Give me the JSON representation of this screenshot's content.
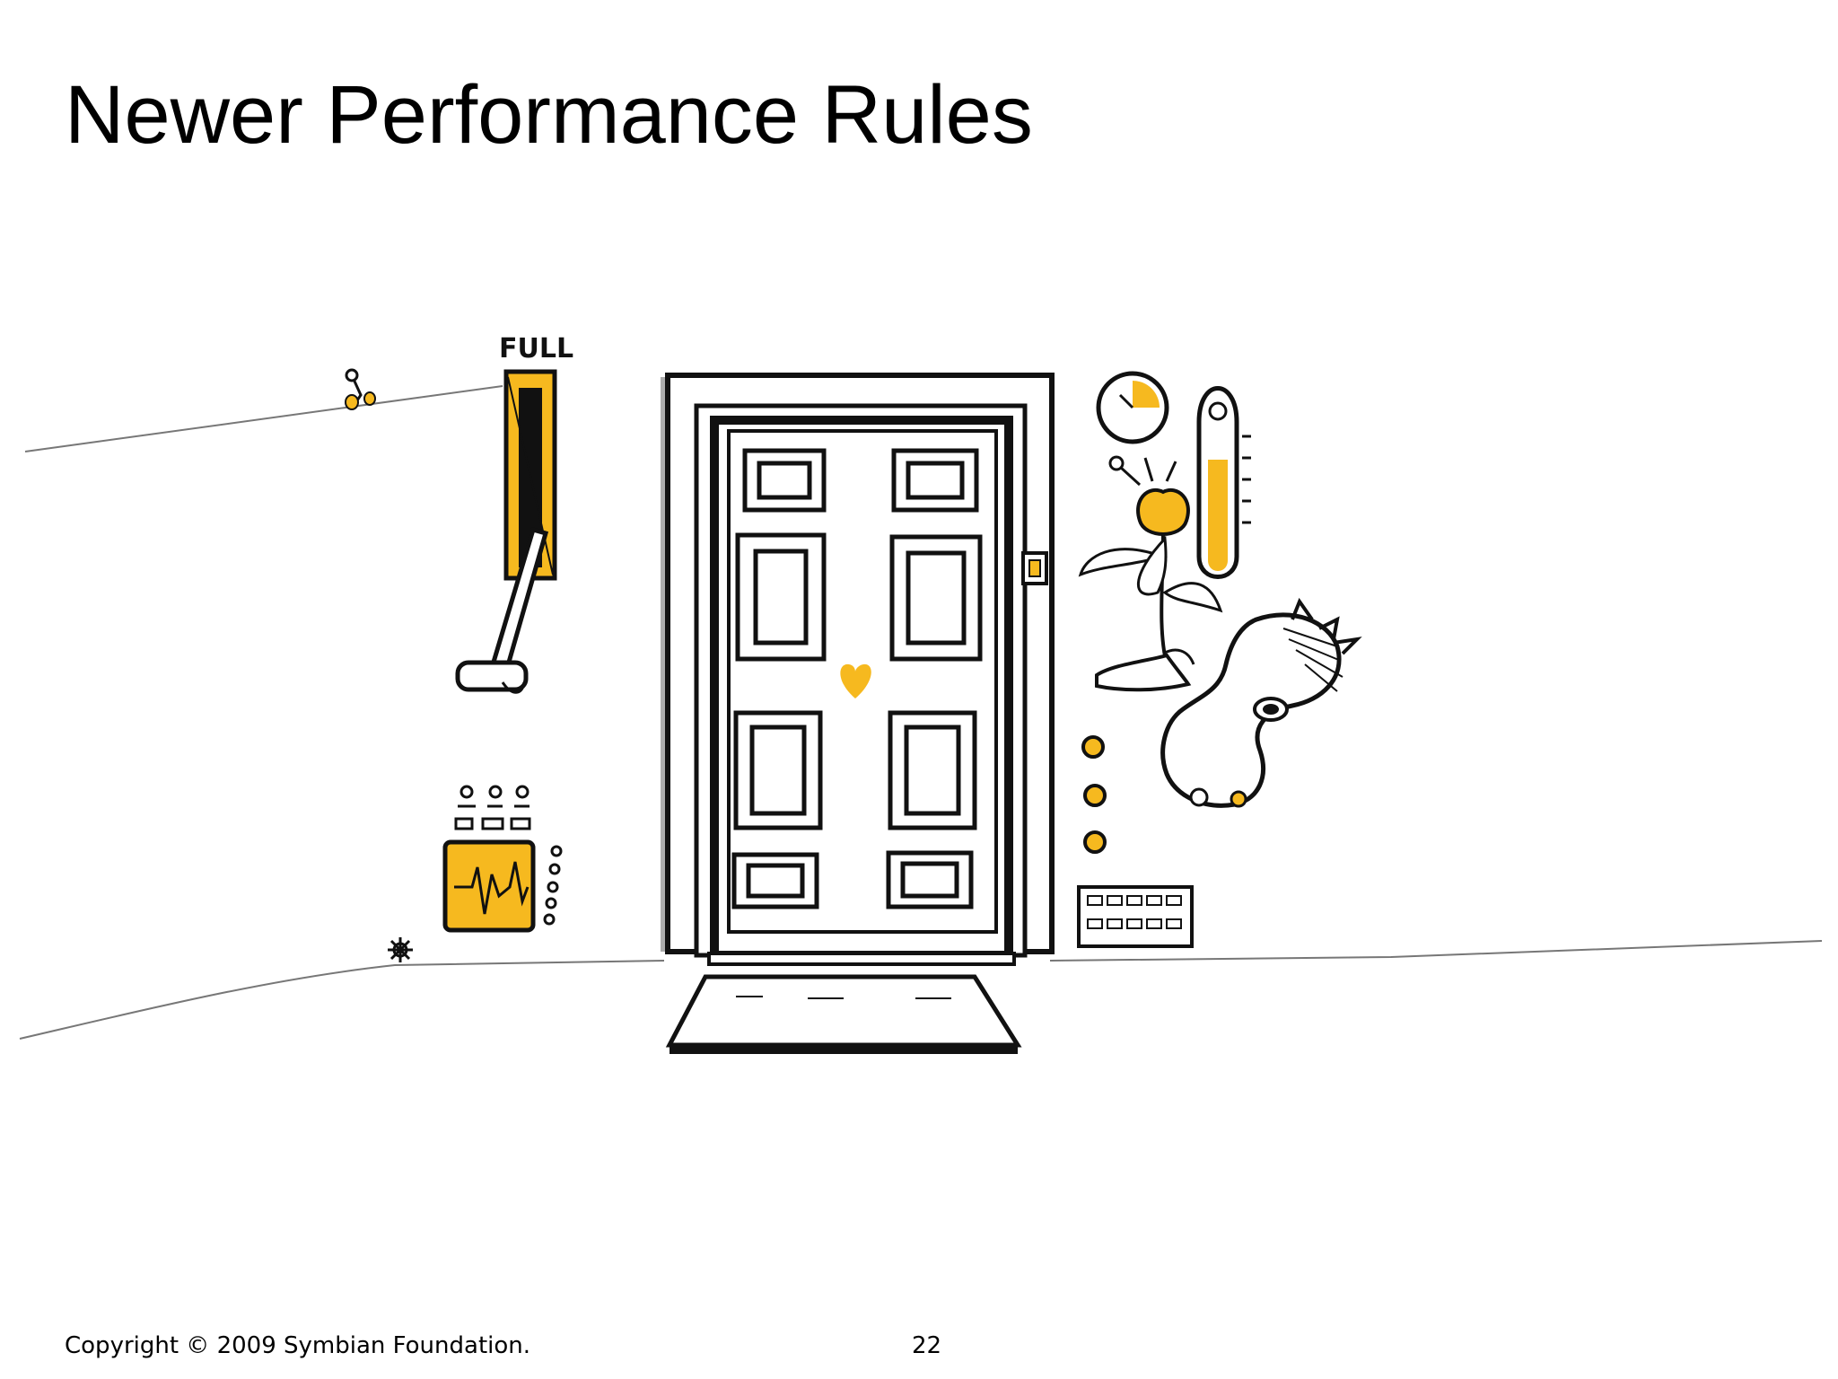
{
  "slide": {
    "title": "Newer Performance Rules",
    "copyright": "Copyright © 2009 Symbian Foundation.",
    "page_number": "22"
  },
  "illustration": {
    "gauge_label": "FULL",
    "colors": {
      "accent": "#f6b91f",
      "ink": "#111111",
      "wall_line": "#777777",
      "background": "#ffffff"
    }
  }
}
